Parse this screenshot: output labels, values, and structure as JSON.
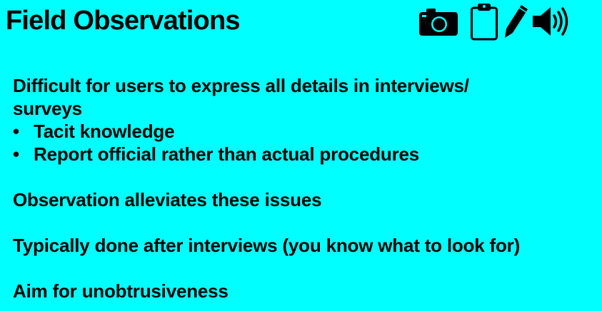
{
  "slide": {
    "title": "Field Observations",
    "icons": [
      "camera-icon",
      "clipboard-icon",
      "pencil-icon",
      "speaker-icon"
    ],
    "intro_line1": "Difficult for users to express all details in interviews/",
    "intro_line2": "surveys",
    "bullet_char": "•",
    "bullets": [
      "Tacit knowledge",
      "Report official rather than actual procedures"
    ],
    "point_observation": "Observation alleviates these issues",
    "point_timing": "Typically done after interviews (you know what to look for)",
    "point_aim": "Aim for unobtrusiveness"
  },
  "colors": {
    "background": "#00ffff",
    "text": "#000000"
  }
}
